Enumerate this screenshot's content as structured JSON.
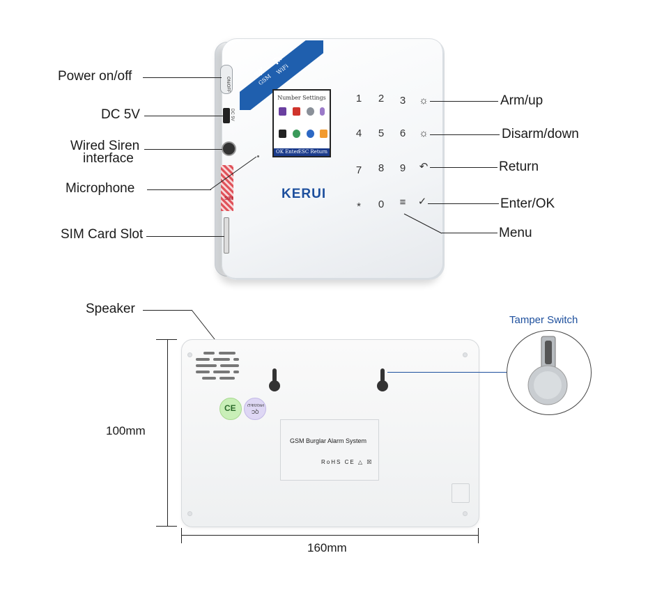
{
  "front": {
    "screen": {
      "title": "Number Settings",
      "ok_label": "OK Enter",
      "esc_label": "ESC Return"
    },
    "ribbon": {
      "gsm": "GSM",
      "wifi": "WiFi"
    },
    "keypad": {
      "row1": [
        "1",
        "2",
        "3",
        "☼"
      ],
      "row2": [
        "4",
        "5",
        "6",
        "☼"
      ],
      "row3": [
        "7",
        "8",
        "9",
        "↶"
      ],
      "row4": [
        "*",
        "0",
        "≡",
        "✓"
      ]
    },
    "brand": "KERUI",
    "side_port_labels": {
      "power": "ON/OFF",
      "dc": "DC 5V",
      "sim": "SIM"
    }
  },
  "callouts": {
    "power": "Power on/off",
    "dc": "DC 5V",
    "siren_line1": "Wired Siren",
    "siren_line2": "interface",
    "microphone": "Microphone",
    "sim_slot": "SIM Card Slot",
    "arm": "Arm/up",
    "disarm": "Disarm/down",
    "return": "Return",
    "enter": "Enter/OK",
    "menu": "Menu"
  },
  "back": {
    "speaker": "Speaker",
    "label_title": "GSM Burglar Alarm System",
    "label_marks": "RoHS CE △ ☒",
    "badge_ce": "CE",
    "badge_qc_top": "PASSED",
    "badge_qc_bottom": "QC",
    "tamper_title": "Tamper Switch",
    "height": "100mm",
    "width": "160mm"
  },
  "colors": {
    "brand_blue": "#1d4f9d",
    "ribbon_blue": "#1f5fae",
    "screen_bar": "#1c3c8c"
  }
}
